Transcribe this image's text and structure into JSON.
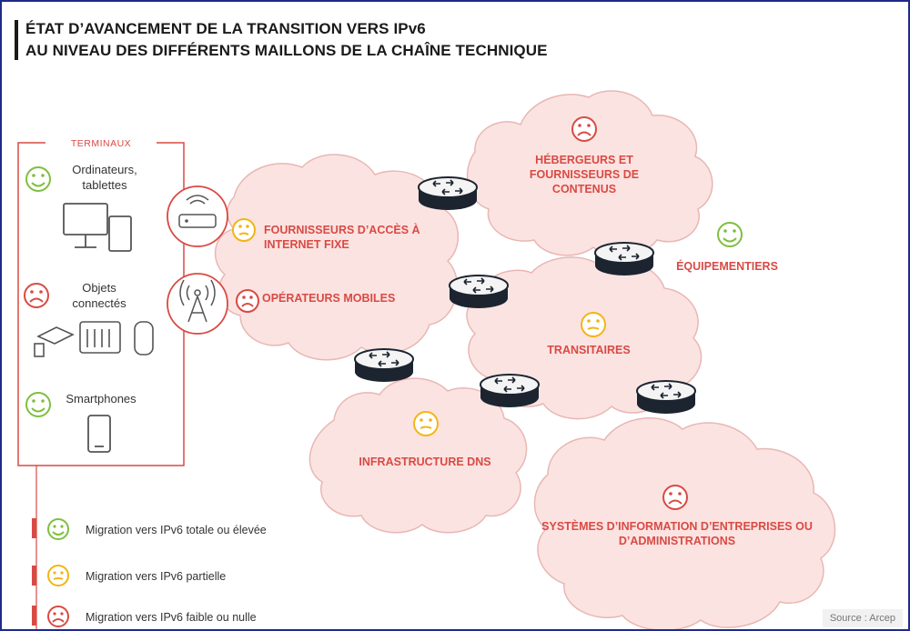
{
  "title": {
    "line1": "ÉTAT D’AVANCEMENT DE LA TRANSITION VERS IPv6",
    "line2": "AU NIVEAU DES DIFFÉRENTS MAILLONS DE LA CHAÎNE TECHNIQUE"
  },
  "terminals": {
    "header": "TERMINAUX",
    "computers": "Ordinateurs, tablettes",
    "iot": "Objets connectés",
    "smartphones": "Smartphones"
  },
  "nodes": {
    "fixed_isp": "FOURNISSEURS D’ACCÈS À INTERNET FIXE",
    "mobile": "OPÉRATEURS MOBILES",
    "hosts": "HÉBERGEURS ET FOURNISSEURS DE CONTENUS",
    "equipment": "ÉQUIPEMENTIERS",
    "transit": "TRANSITAIRES",
    "dns": "INFRASTRUCTURE DNS",
    "enterprise": "SYSTÈMES D’INFORMATION D’ENTREPRISES OU D’ADMINISTRATIONS"
  },
  "legend": {
    "high": "Migration vers IPv6 totale ou élevée",
    "partial": "Migration vers IPv6 partielle",
    "low": "Migration vers IPv6 faible ou nulle"
  },
  "source": "Source : Arcep",
  "colors": {
    "green": "#7fbf3f",
    "yellow": "#f2b515",
    "red": "#d94a44",
    "cloud_stroke": "#e8b7b4",
    "router_dark": "#1c2430"
  }
}
